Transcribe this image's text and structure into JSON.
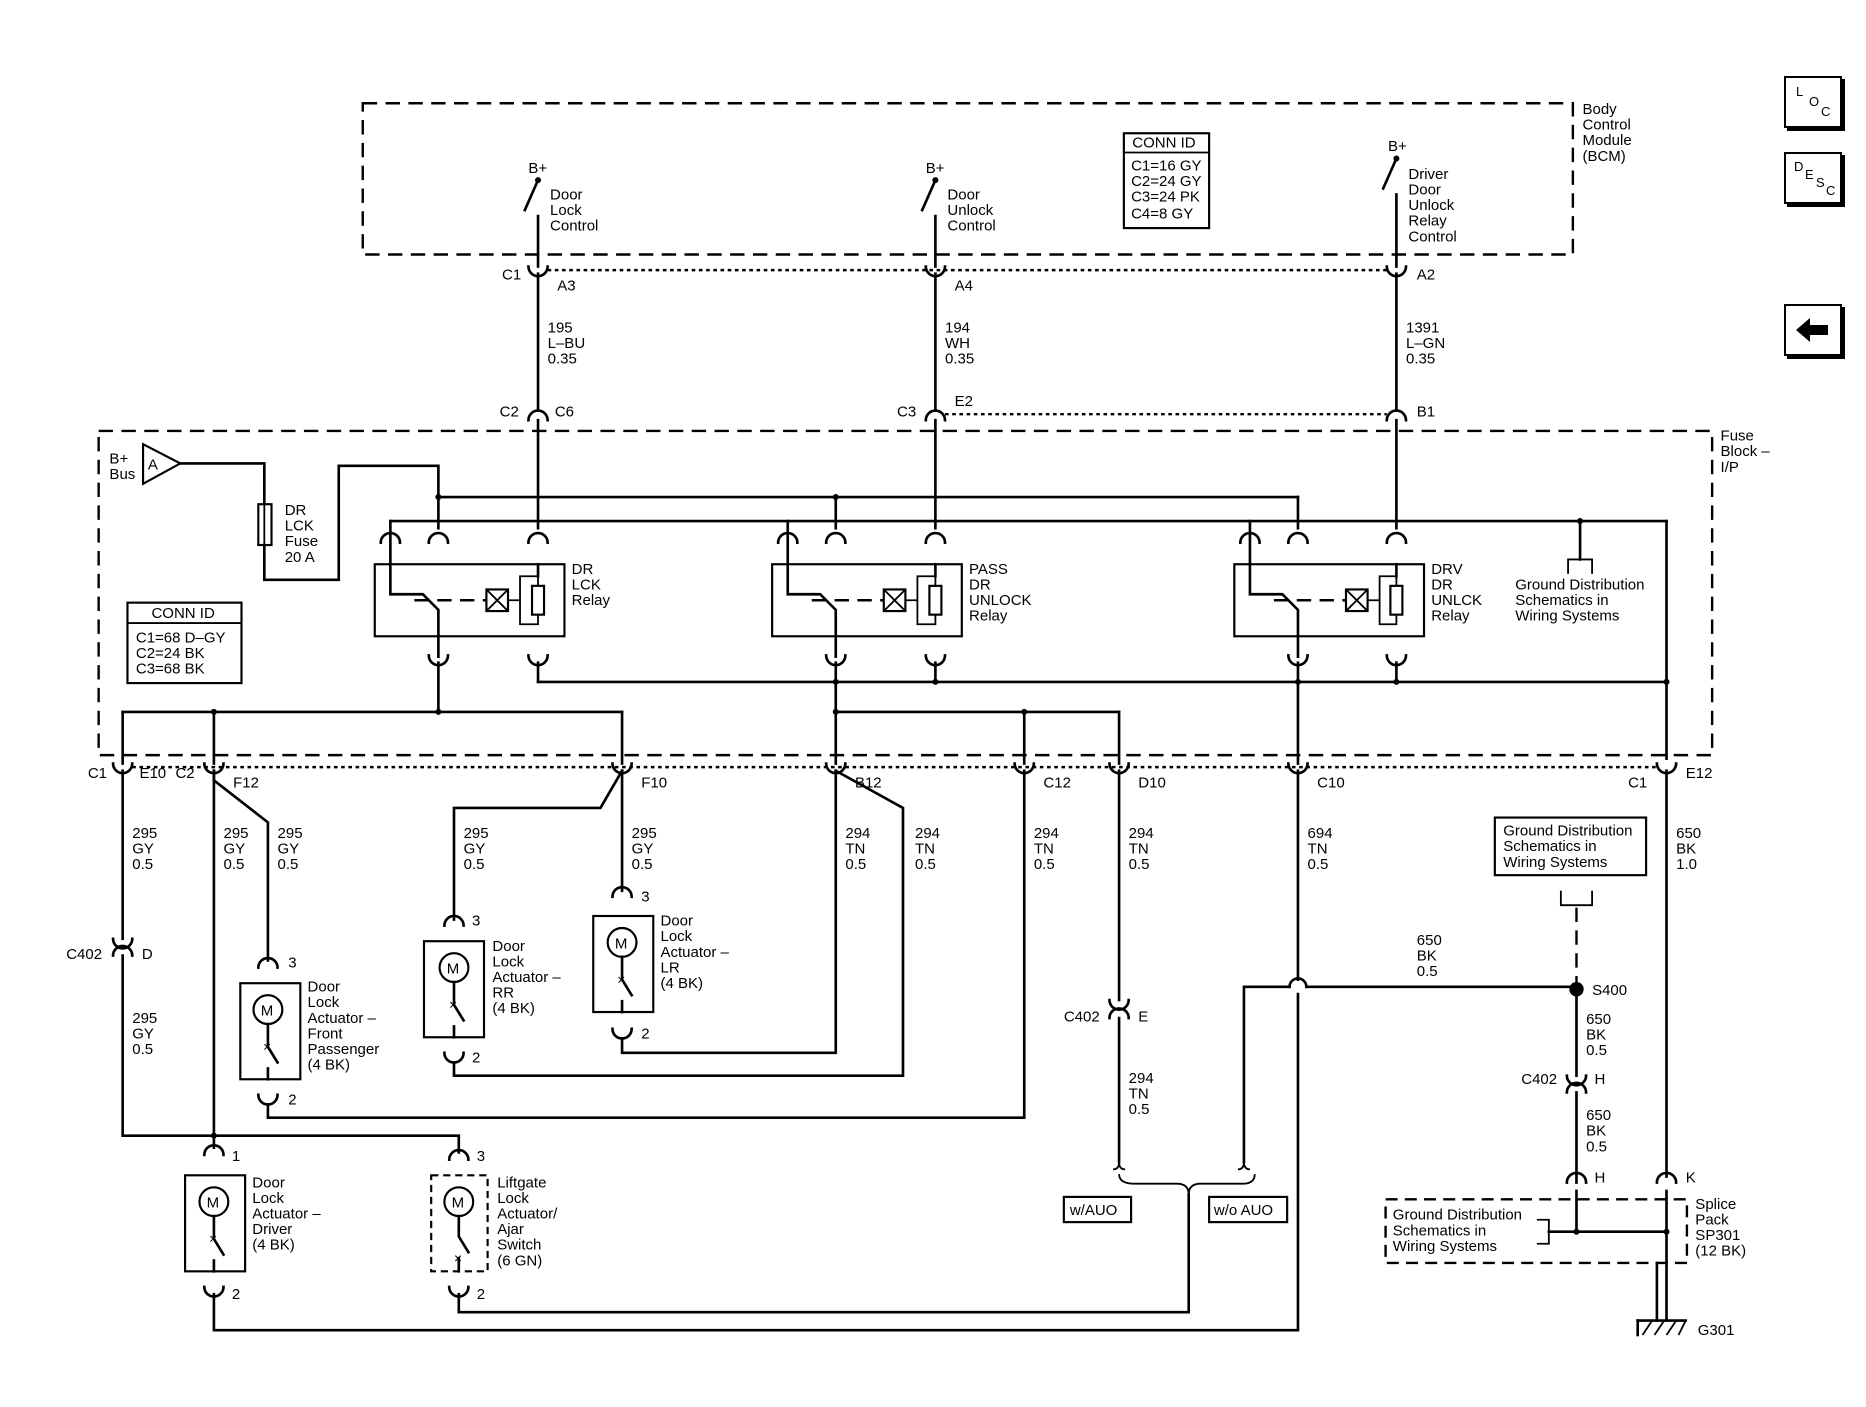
{
  "nav": {
    "loc": [
      "L",
      "O",
      "C"
    ],
    "desc": [
      "D",
      "E",
      "S",
      "C"
    ],
    "back_icon": "arrow-left-icon"
  },
  "bcm": {
    "label": [
      "Body",
      "Control",
      "Module",
      "(BCM)"
    ],
    "conn_id": {
      "title": "CONN ID",
      "rows": [
        "C1=16 GY",
        "C2=24 GY",
        "C3=24 PK",
        "C4=8 GY"
      ]
    },
    "outputs": [
      {
        "bplus": "B+",
        "label": [
          "Door",
          "Lock",
          "Control"
        ]
      },
      {
        "bplus": "B+",
        "label": [
          "Door",
          "Unlock",
          "Control"
        ]
      },
      {
        "bplus": "B+",
        "label": [
          "Driver",
          "Door",
          "Unlock",
          "Relay",
          "Control"
        ]
      }
    ]
  },
  "bcm_pins": [
    {
      "conn": "C1",
      "pin": "A3"
    },
    {
      "conn": "",
      "pin": "A4"
    },
    {
      "conn": "",
      "pin": "A2"
    }
  ],
  "upper_wires": [
    [
      "195",
      "L–BU",
      "0.35"
    ],
    [
      "194",
      "WH",
      "0.35"
    ],
    [
      "1391",
      "L–GN",
      "0.35"
    ]
  ],
  "fuse_block_top_pins": [
    {
      "conn": "C2",
      "pin": "C6"
    },
    {
      "conn": "C3",
      "pin": "E2"
    },
    {
      "conn": "",
      "pin": "B1"
    }
  ],
  "fuse_block": {
    "label": [
      "Fuse",
      "Block –",
      "I/P"
    ],
    "bplus_bus": [
      "B+",
      "Bus"
    ],
    "bus_letter": "A",
    "fuse": [
      "DR",
      "LCK",
      "Fuse",
      "20 A"
    ],
    "conn_id": {
      "title": "CONN ID",
      "rows": [
        "C1=68 D–GY",
        "C2=24 BK",
        "C3=68 BK"
      ]
    },
    "relays": [
      [
        "DR",
        "LCK",
        "Relay"
      ],
      [
        "PASS",
        "DR",
        "UNLOCK",
        "Relay"
      ],
      [
        "DRV",
        "DR",
        "UNLCK",
        "Relay"
      ]
    ],
    "ground_note": [
      "Ground Distribution",
      "Schematics in",
      "Wiring Systems"
    ]
  },
  "fuse_block_bottom_pins": [
    {
      "conn": "C1",
      "pin": "E10"
    },
    {
      "conn": "C2",
      "pin": "F12"
    },
    {
      "conn": "",
      "pin": "F10"
    },
    {
      "conn": "",
      "pin": "B12"
    },
    {
      "conn": "",
      "pin": "C12"
    },
    {
      "conn": "",
      "pin": "D10"
    },
    {
      "conn": "",
      "pin": "C10"
    },
    {
      "conn": "C1",
      "pin": "E12"
    }
  ],
  "lower_wires": [
    [
      "295",
      "GY",
      "0.5"
    ],
    [
      "295",
      "GY",
      "0.5"
    ],
    [
      "295",
      "GY",
      "0.5"
    ],
    [
      "295",
      "GY",
      "0.5"
    ],
    [
      "295",
      "GY",
      "0.5"
    ],
    [
      "294",
      "TN",
      "0.5"
    ],
    [
      "294",
      "TN",
      "0.5"
    ],
    [
      "294",
      "TN",
      "0.5"
    ],
    [
      "294",
      "TN",
      "0.5"
    ],
    [
      "694",
      "TN",
      "0.5"
    ],
    [
      "650",
      "BK",
      "1.0"
    ],
    [
      "295",
      "GY",
      "0.5"
    ],
    [
      "294",
      "TN",
      "0.5"
    ],
    [
      "650",
      "BK",
      "0.5"
    ],
    [
      "650",
      "BK",
      "0.5"
    ],
    [
      "650",
      "BK",
      "0.5"
    ]
  ],
  "inline_connectors": [
    {
      "conn": "C402",
      "pin": "D"
    },
    {
      "conn": "C402",
      "pin": "E"
    },
    {
      "conn": "C402",
      "pin": "H"
    },
    {
      "conn": "",
      "pin": "H"
    },
    {
      "conn": "",
      "pin": "K"
    }
  ],
  "actuators": [
    {
      "label": [
        "Door",
        "Lock",
        "Actuator –",
        "Front",
        "Passenger",
        "(4 BK)"
      ],
      "pins": [
        "3",
        "2"
      ]
    },
    {
      "label": [
        "Door",
        "Lock",
        "Actuator –",
        "RR",
        "(4 BK)"
      ],
      "pins": [
        "3",
        "2"
      ]
    },
    {
      "label": [
        "Door",
        "Lock",
        "Actuator –",
        "LR",
        "(4 BK)"
      ],
      "pins": [
        "3",
        "2"
      ]
    },
    {
      "label": [
        "Door",
        "Lock",
        "Actuator –",
        "Driver",
        "(4 BK)"
      ],
      "pins": [
        "1",
        "2"
      ]
    },
    {
      "label": [
        "Liftgate",
        "Lock",
        "Actuator/",
        "Ajar",
        "Switch",
        "(6 GN)"
      ],
      "pins": [
        "3",
        "2"
      ]
    }
  ],
  "motor_symbol": "M",
  "options": [
    "w/AUO",
    "w/o AUO"
  ],
  "ground_note_right": [
    "Ground Distribution",
    "Schematics in",
    "Wiring Systems"
  ],
  "splice": {
    "id": "S400"
  },
  "splice_pack": {
    "label": [
      "Splice",
      "Pack",
      "SP301",
      "(12 BK)"
    ],
    "note": [
      "Ground Distribution",
      "Schematics in",
      "Wiring Systems"
    ]
  },
  "ground": {
    "id": "G301"
  }
}
